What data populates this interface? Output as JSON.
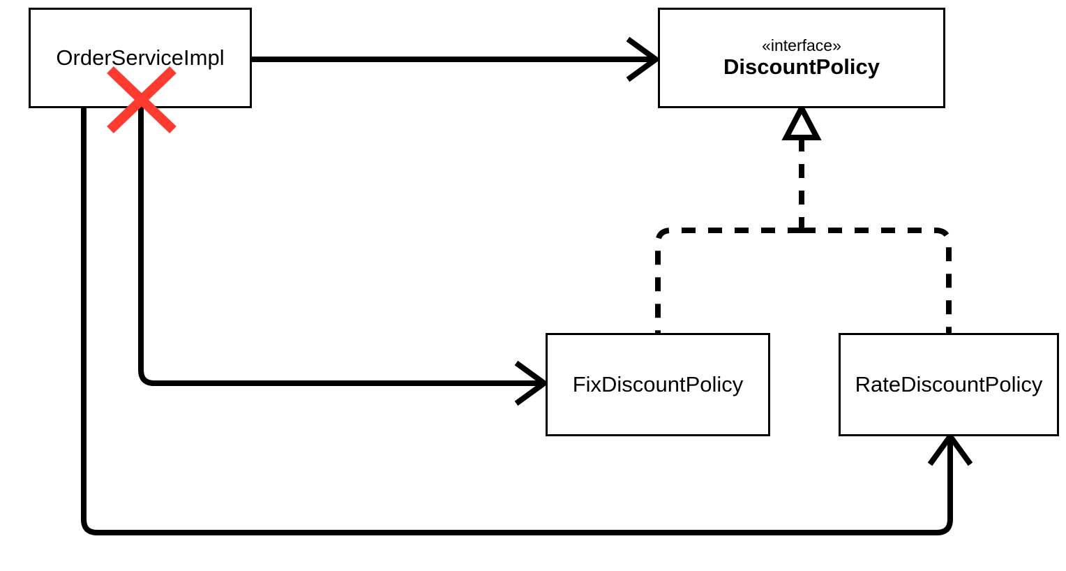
{
  "diagram": {
    "kind": "uml-class-diagram",
    "title": "OrderServiceImpl DiscountPolicy dependency diagram",
    "background_color": "#ffffff",
    "line_color": "#000000",
    "marker_color": "#ff3b30"
  },
  "boxes": {
    "order_service_impl": {
      "name": "OrderServiceImpl"
    },
    "discount_policy": {
      "stereotype": "«interface»",
      "name": "DiscountPolicy"
    },
    "fix_discount_policy": {
      "name": "FixDiscountPolicy"
    },
    "rate_discount_policy": {
      "name": "RateDiscountPolicy"
    }
  },
  "annotations": {
    "red_cross": {
      "label": "red-x-mark",
      "color": "#ff3b30",
      "meaning": "crossed-out dependency"
    }
  },
  "relations": [
    {
      "id": "impl-to-interface",
      "from": "OrderServiceImpl",
      "to": "DiscountPolicy",
      "style": "solid",
      "arrow": "open",
      "type": "dependency"
    },
    {
      "id": "impl-to-fix",
      "from": "OrderServiceImpl",
      "to": "FixDiscountPolicy",
      "style": "solid",
      "arrow": "open",
      "type": "dependency"
    },
    {
      "id": "impl-to-rate",
      "from": "OrderServiceImpl",
      "to": "RateDiscountPolicy",
      "style": "solid",
      "arrow": "open",
      "type": "dependency"
    },
    {
      "id": "fix-realizes-interface",
      "from": "FixDiscountPolicy",
      "to": "DiscountPolicy",
      "style": "dashed",
      "arrow": "hollow-triangle",
      "type": "realization"
    },
    {
      "id": "rate-realizes-interface",
      "from": "RateDiscountPolicy",
      "to": "DiscountPolicy",
      "style": "dashed",
      "arrow": "hollow-triangle",
      "type": "realization"
    }
  ]
}
